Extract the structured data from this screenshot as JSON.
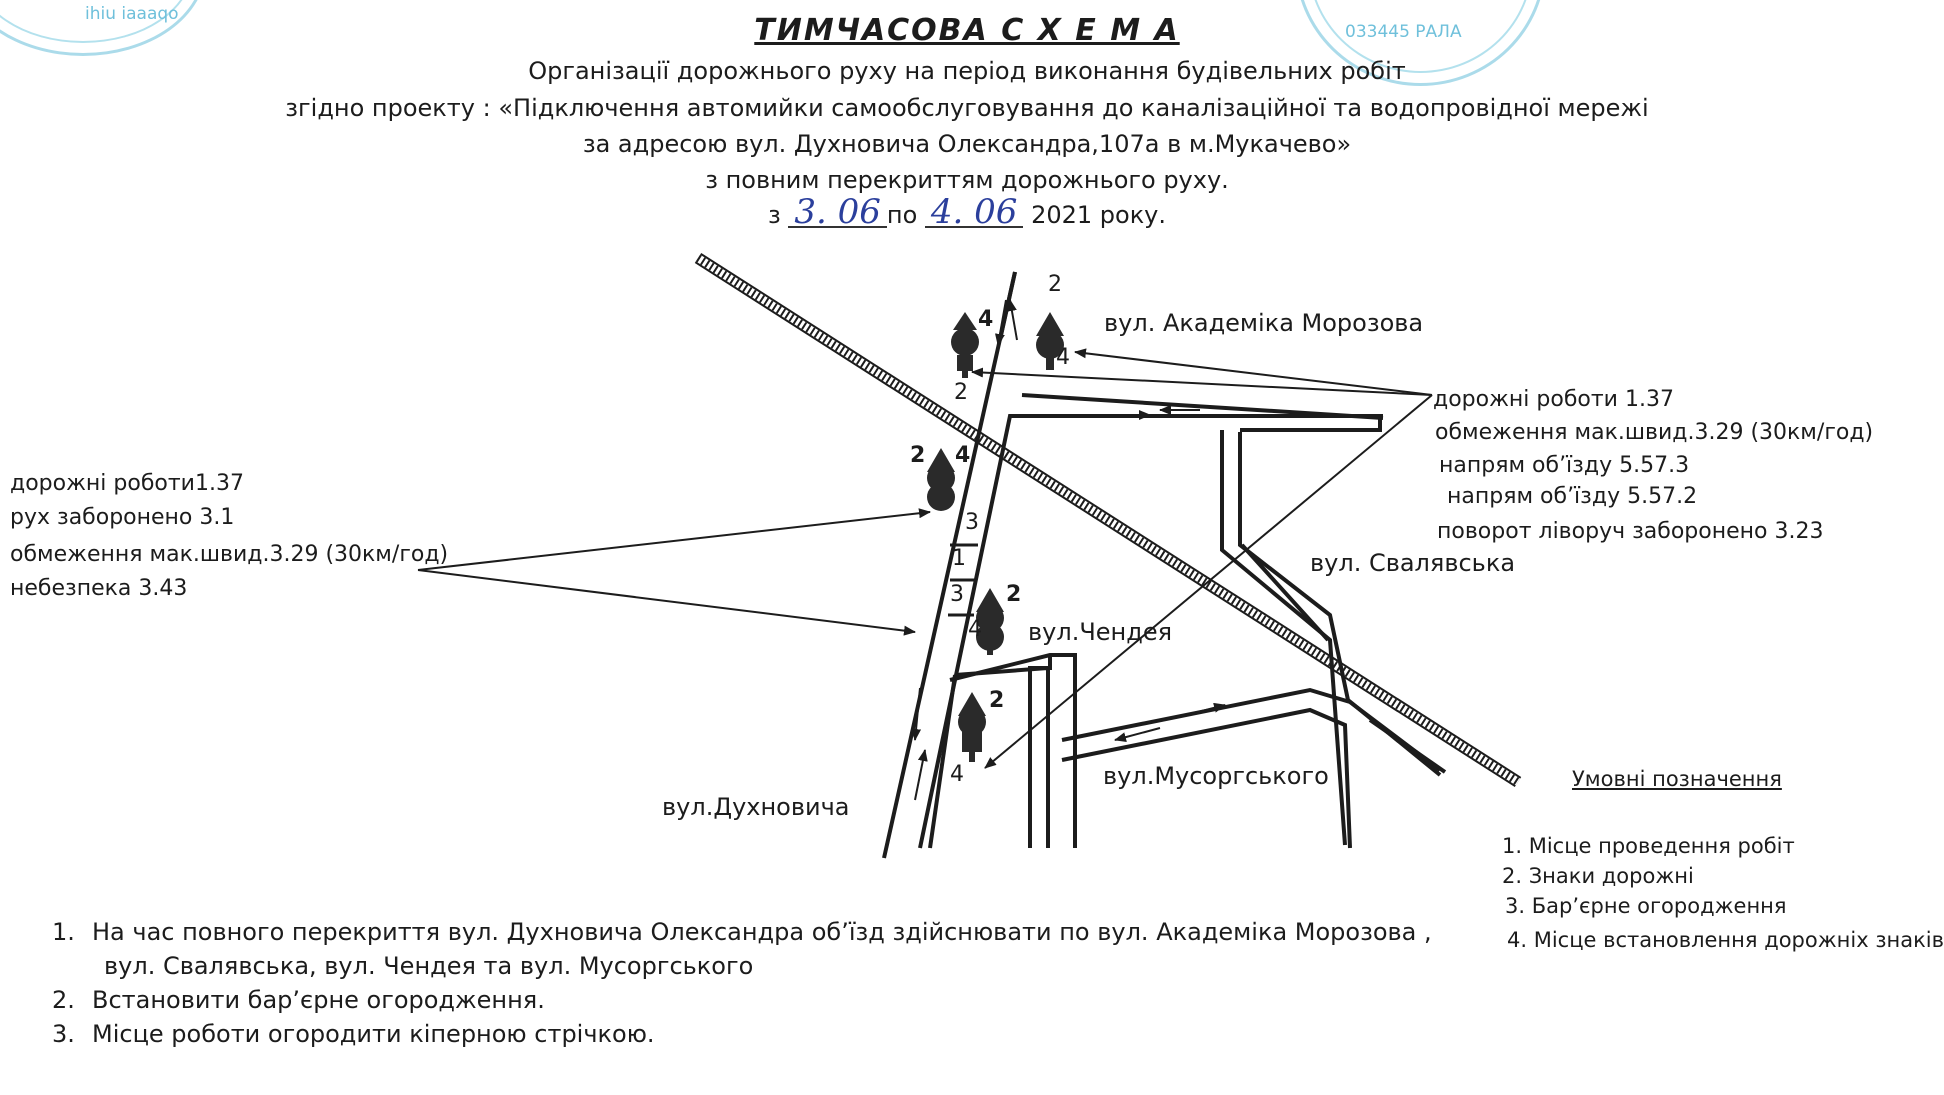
{
  "header": {
    "title": "ТИМЧАСОВА  С Х Е М А",
    "line1": "Організації дорожнього руху на період виконання будівельних робіт",
    "line2": "згідно проекту : «Підключення автомийки самообслуговування до каналізаційної та водопровідної мережі",
    "line3": "за адресою вул. Духновича Олександра,107а в м.Мукачево»",
    "line4": "з повним перекриттям дорожнього руху.",
    "date_prefix": "з",
    "date_from": "3. 06",
    "date_mid": "по",
    "date_to": "4. 06",
    "date_suffix": "2021 року."
  },
  "stamps": {
    "left_text": "ihiu  iaaaqo",
    "right_text": "033445  РАЛА"
  },
  "streets": {
    "morozova": "вул. Академіка Морозова",
    "svaliavska": "вул. Свалявська",
    "chendeia": "вул.Чендея",
    "musorhskoho": "вул.Мусоргського",
    "dukhnovycha": "вул.Духновича"
  },
  "left_labels": [
    "дорожні роботи1.37",
    "рух заборонено 3.1",
    "обмеження мак.швид.3.29 (30км/год)",
    "небезпека 3.43"
  ],
  "right_labels": [
    "дорожні роботи 1.37",
    "обмеження мак.швид.3.29 (30км/год)",
    "напрям об’їзду 5.57.3",
    "напрям об’їзду 5.57.2",
    "поворот ліворуч заборонено 3.23"
  ],
  "map_numbers": {
    "n2_top": "2",
    "n4_top": "4",
    "n4_right": "4",
    "n2_under": "2",
    "n2_mid": "2",
    "n4_mid": "4",
    "n3_a": "3",
    "n1": "1",
    "n3_b": "3",
    "n2_chendeia": "2",
    "n4_chendeia": "4",
    "n2_bottom": "2",
    "n4_bottom": "4"
  },
  "legend": {
    "title": "Умовні позначення",
    "items": [
      "1.  Місце проведення робіт",
      "2. Знаки дорожні",
      "3. Бар’єрне огородження",
      "4. Місце встановлення дорожніх знаків"
    ]
  },
  "notes": [
    {
      "n": "1.",
      "text": "На час повного перекриття вул. Духновича Олександра  об’їзд здійснювати по вул. Академіка Морозова ,"
    },
    {
      "n": "",
      "text": "вул. Свалявська, вул. Чендея та вул. Мусоргського"
    },
    {
      "n": "2.",
      "text": "Встановити бар’єрне огородження."
    },
    {
      "n": "3.",
      "text": "Місце роботи  огородити кіперною стрічкою."
    }
  ],
  "colors": {
    "ink": "#1c1c1c",
    "stamp": "#8fd0e4",
    "handwriting": "#2b3f9c"
  }
}
